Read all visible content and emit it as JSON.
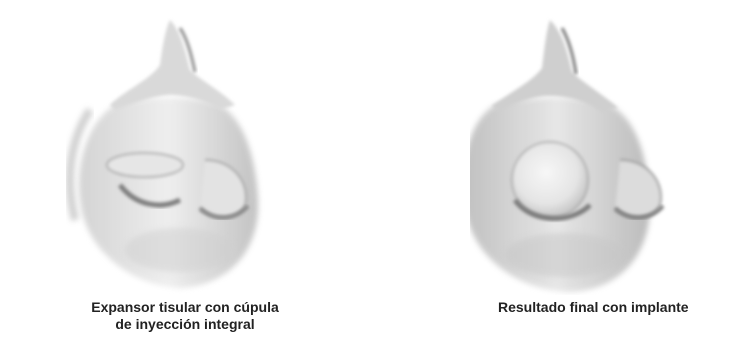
{
  "figures": [
    {
      "caption_line1": "Expansor tisular con cúpula",
      "caption_line2": "de inyección integral",
      "image_name": "torso-with-tissue-expander"
    },
    {
      "caption_line1": "Resultado final con implante",
      "image_name": "torso-with-final-implant"
    }
  ],
  "colors": {
    "caption_text": "#222222",
    "skin_light": "#f4f4f4",
    "skin_shadow": "#9a9a9a"
  }
}
